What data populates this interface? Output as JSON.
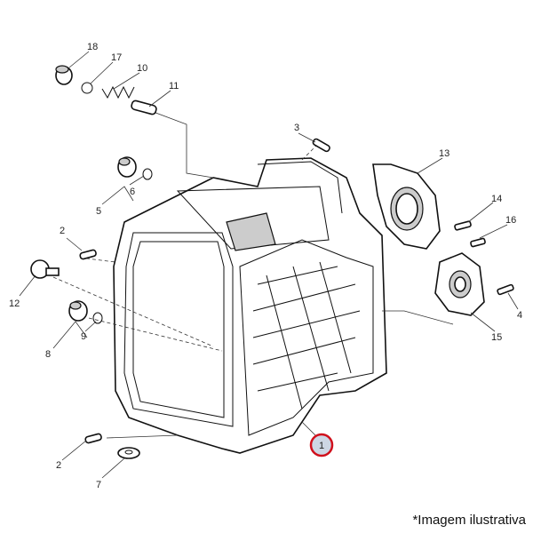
{
  "diagram": {
    "callouts": {
      "c18": "18",
      "c17": "17",
      "c10": "10",
      "c11": "11",
      "c3": "3",
      "c13": "13",
      "c6": "6",
      "c5": "5",
      "c14": "14",
      "c16": "16",
      "c2a": "2",
      "c12": "12",
      "c4": "4",
      "c9": "9",
      "c8": "8",
      "c15": "15",
      "c2b": "2",
      "c7": "7",
      "c1": "1"
    },
    "highlight": {
      "part": "1",
      "stroke": "#d0101c",
      "fill": "#cdd6e4"
    }
  },
  "footer_note": "*Imagem ilustrativa"
}
